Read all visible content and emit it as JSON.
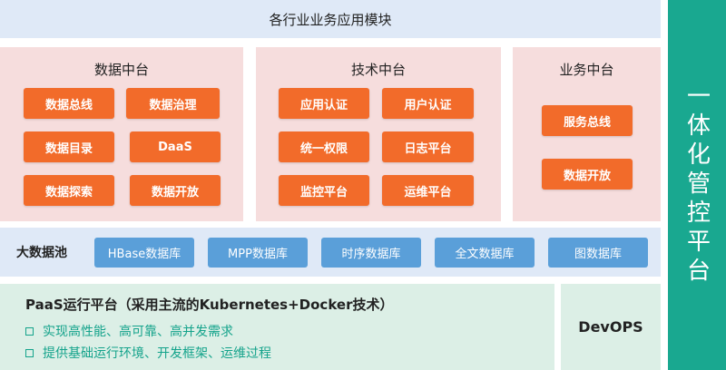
{
  "top_band": {
    "title": "各行业业务应用模块"
  },
  "panels": {
    "data": {
      "title": "数据中台",
      "items": [
        "数据总线",
        "数据治理",
        "数据目录",
        "DaaS",
        "数据探索",
        "数据开放"
      ]
    },
    "tech": {
      "title": "技术中台",
      "items": [
        "应用认证",
        "用户认证",
        "统一权限",
        "日志平台",
        "监控平台",
        "运维平台"
      ]
    },
    "biz": {
      "title": "业务中台",
      "items": [
        "服务总线",
        "数据开放"
      ]
    }
  },
  "pool": {
    "label": "大数据池",
    "items": [
      "HBase数据库",
      "MPP数据库",
      "时序数据库",
      "全文数据库",
      "图数据库"
    ]
  },
  "paas": {
    "title": "PaaS运行平台（采用主流的Kubernetes+Docker技术）",
    "bullets": [
      "实现高性能、高可靠、高并发需求",
      "提供基础运行环境、开发框架、运维过程"
    ]
  },
  "devops": {
    "label": "DevOPS"
  },
  "side": {
    "label": "一体化管控平台"
  },
  "colors": {
    "orange_box": "#f26b2a",
    "blue_box": "#5a9fd9",
    "teal": "#19a890",
    "pink_panel": "#f6dddd",
    "light_blue_band": "#dfe9f7",
    "light_green_panel": "#dcefe6"
  }
}
